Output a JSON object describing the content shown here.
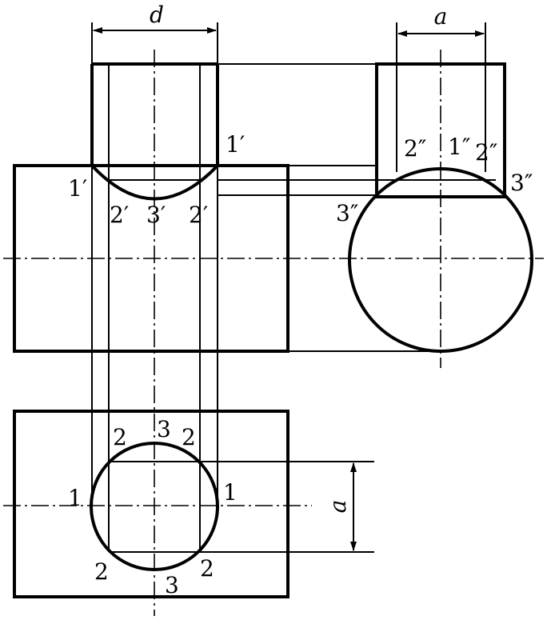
{
  "dimensions": {
    "top_width_label": "d",
    "side_width_label": "a",
    "plan_height_label": "a"
  },
  "front_view": {
    "labels": {
      "p1_right": "1′",
      "p1_left": "1′",
      "p2_left": "2′",
      "p3": "3′",
      "p2_right": "2′"
    }
  },
  "side_view": {
    "labels": {
      "p2_left": "2″",
      "p1": "1″",
      "p2_right": "2″",
      "p3_right": "3″",
      "p3_left": "3″"
    }
  },
  "top_view": {
    "labels": {
      "p2_top_left": "2",
      "p3_top": "3",
      "p2_top_right": "2",
      "p1_left": "1",
      "p1_right": "1",
      "p2_bottom_left": "2",
      "p2_bottom_right": "2",
      "p3_bottom": "3"
    }
  }
}
